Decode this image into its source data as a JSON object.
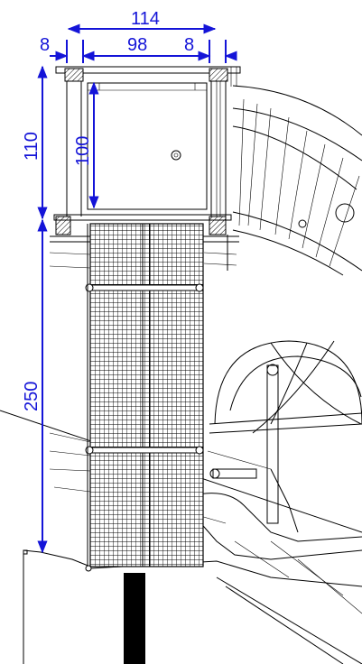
{
  "dimensions": {
    "overall_width": "114",
    "left_wall": "8",
    "inner_width": "98",
    "right_wall": "8",
    "box_height": "110",
    "inner_height": "100",
    "mesh_height": "250"
  },
  "colors": {
    "dimension": "#1414d8",
    "drawing": "#000000"
  }
}
